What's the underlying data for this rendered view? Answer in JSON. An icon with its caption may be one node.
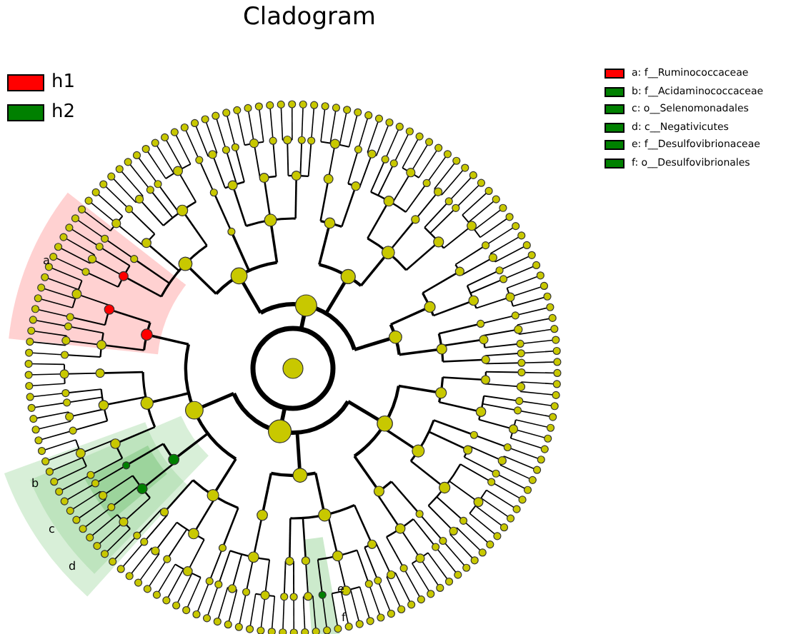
{
  "diagram": {
    "title": "Cladogram",
    "labels": [
      "a",
      "b",
      "c",
      "d",
      "e",
      "f"
    ],
    "legend": [
      {
        "text": "h1",
        "color": "#ff0000"
      },
      {
        "text": "h2",
        "color": "#008000"
      },
      {
        "text": "a: f__Ruminococcaceae",
        "color": "#ff0000"
      },
      {
        "text": "b: f__Acidaminococcaceae",
        "color": "#008000"
      },
      {
        "text": "c: o__Selenomonadales",
        "color": "#008000"
      },
      {
        "text": "d: c__Negativicutes",
        "color": "#008000"
      },
      {
        "text": "e: f__Desulfovibrionaceae",
        "color": "#008000"
      },
      {
        "text": "f: o__Desulfovibrionales",
        "color": "#008000"
      }
    ]
  }
}
